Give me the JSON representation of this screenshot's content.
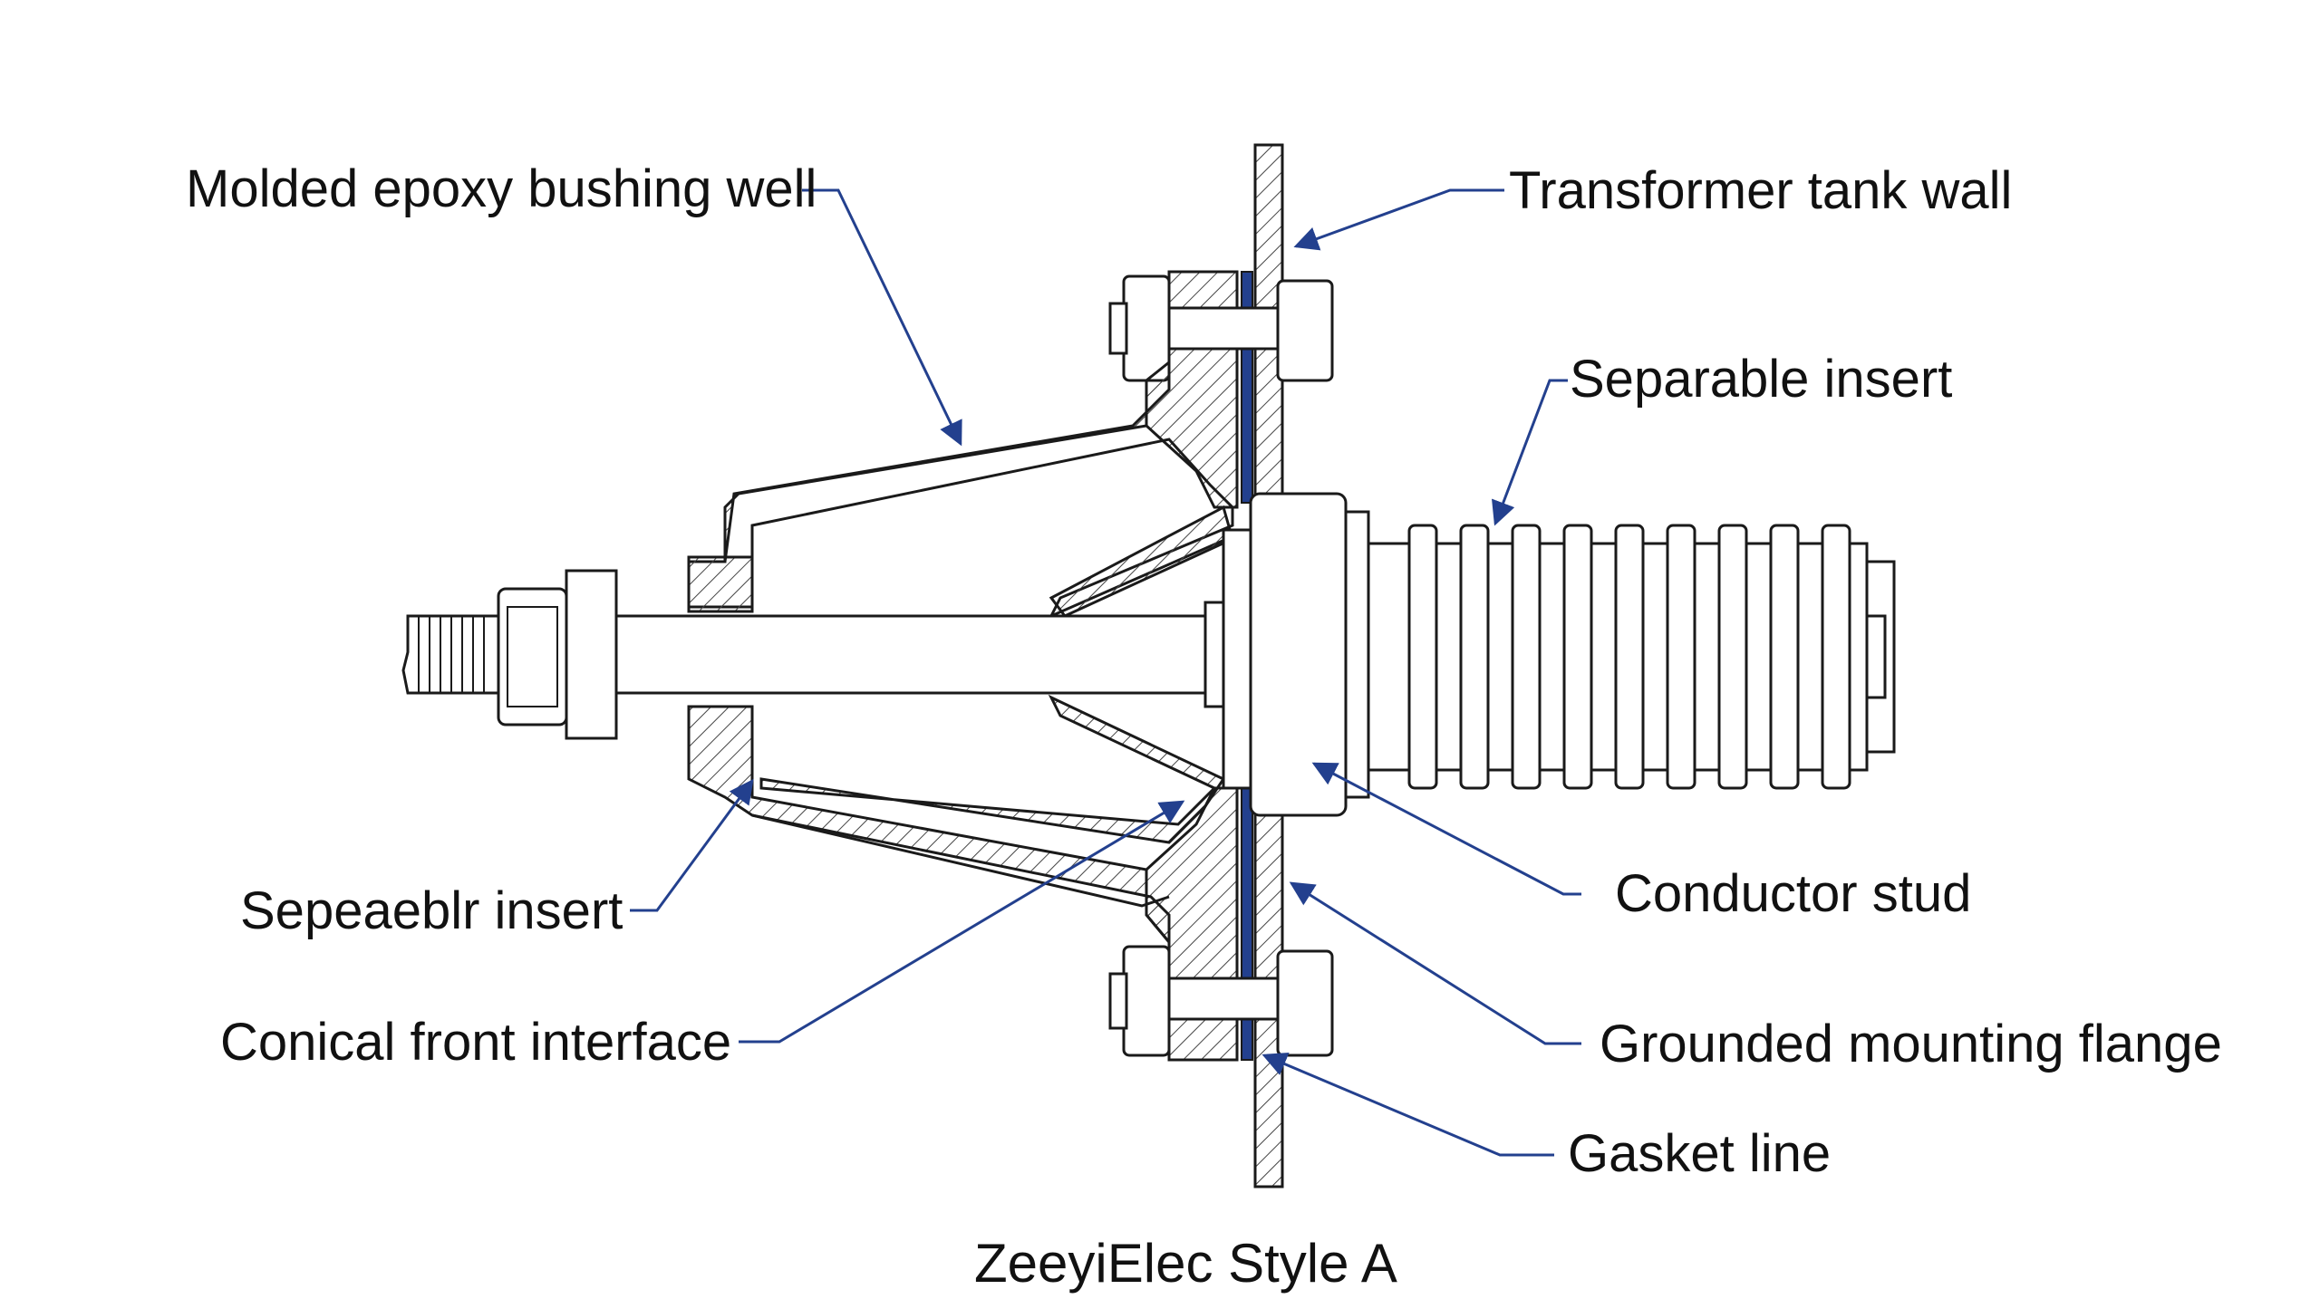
{
  "labels": {
    "molded_epoxy_bushing_well": "Molded epoxy bushing well",
    "transformer_tank_wall": "Transformer tank wall",
    "separable_insert_top": "Separable insert",
    "separable_insert_left": "Sepeaeblr insert",
    "conductor_stud": "Conductor stud",
    "conical_front_interface": "Conical front interface",
    "grounded_mounting_flange": "Grounded mounting flange",
    "gasket_line": "Gasket line"
  },
  "caption": "ZeeyiElec Style A",
  "colors": {
    "line": "#1a1a1a",
    "leader": "#23408e",
    "gasket": "#23408e",
    "hatch": "#444444"
  }
}
